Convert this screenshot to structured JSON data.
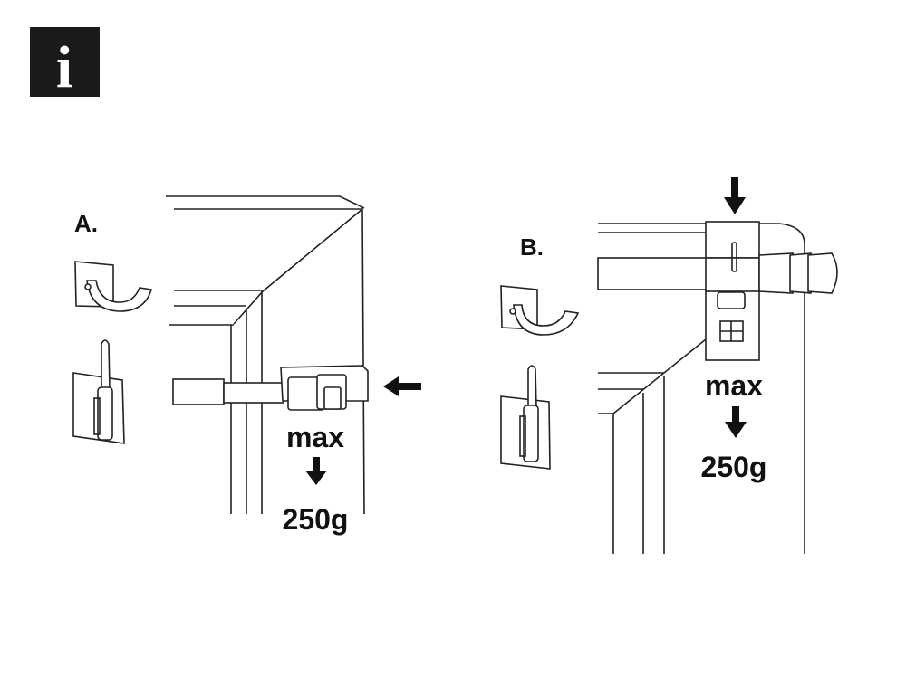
{
  "info_icon": {
    "glyph": "i",
    "color": "#1a1a1a"
  },
  "panel_a": {
    "label": "A.",
    "max_label": "max",
    "weight": "250g"
  },
  "panel_b": {
    "label": "B.",
    "max_label": "max",
    "weight": "250g"
  }
}
